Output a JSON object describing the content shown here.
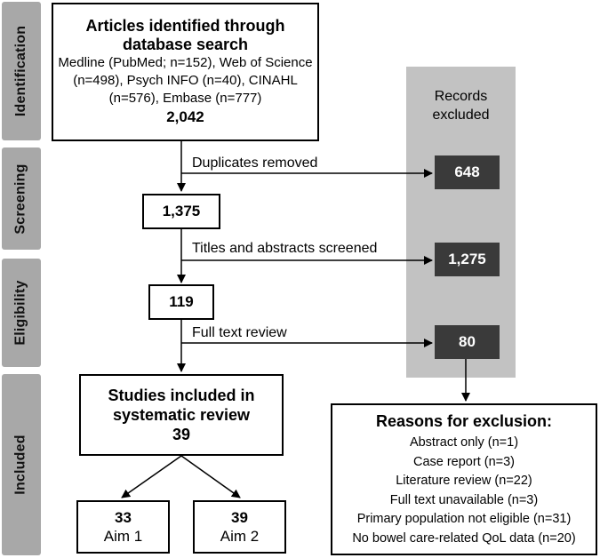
{
  "stages": {
    "identification": "Identification",
    "screening": "Screening",
    "eligibility": "Eligibility",
    "included": "Included"
  },
  "identified": {
    "title_line1": "Articles identified through",
    "title_line2": "database search",
    "sources_line1": "Medline (PubMed; n=152), Web of Science",
    "sources_line2": "(n=498), Psych INFO (n=40), CINAHL",
    "sources_line3": "(n=576), Embase (n=777)",
    "total": "2,042"
  },
  "screened": {
    "count": "1,375"
  },
  "eligible": {
    "count": "119"
  },
  "included": {
    "title_line1": "Studies included in",
    "title_line2": "systematic review",
    "count": "39"
  },
  "aims": [
    {
      "count": "33",
      "label": "Aim 1"
    },
    {
      "count": "39",
      "label": "Aim 2"
    }
  ],
  "excluded": {
    "header_line1": "Records",
    "header_line2": "excluded",
    "duplicates": {
      "label": "Duplicates removed",
      "count": "648"
    },
    "titles_abstracts": {
      "label": "Titles and abstracts screened",
      "count": "1,275"
    },
    "full_text": {
      "label": "Full text review",
      "count": "80"
    }
  },
  "reasons": {
    "title": "Reasons for exclusion:",
    "items": [
      "Abstract only (n=1)",
      "Case report (n=3)",
      "Literature review (n=22)",
      "Full text unavailable (n=3)",
      "Primary population not eligible (n=31)",
      "No bowel care-related QoL data (n=20)"
    ]
  }
}
